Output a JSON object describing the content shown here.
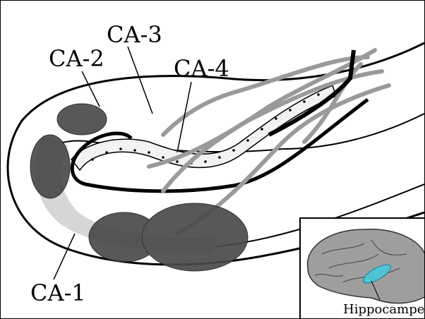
{
  "labels": {
    "ca1": "CA-1",
    "ca2": "CA-2",
    "ca3": "CA-3",
    "ca4": "CA-4"
  },
  "inset": {
    "caption": "Hippocampe"
  },
  "colors": {
    "dark_region": "#4a4a4a",
    "vessel": "#9a9a9a",
    "light_fill": "#cfcfcf",
    "highlight": "#4fc3d3"
  }
}
